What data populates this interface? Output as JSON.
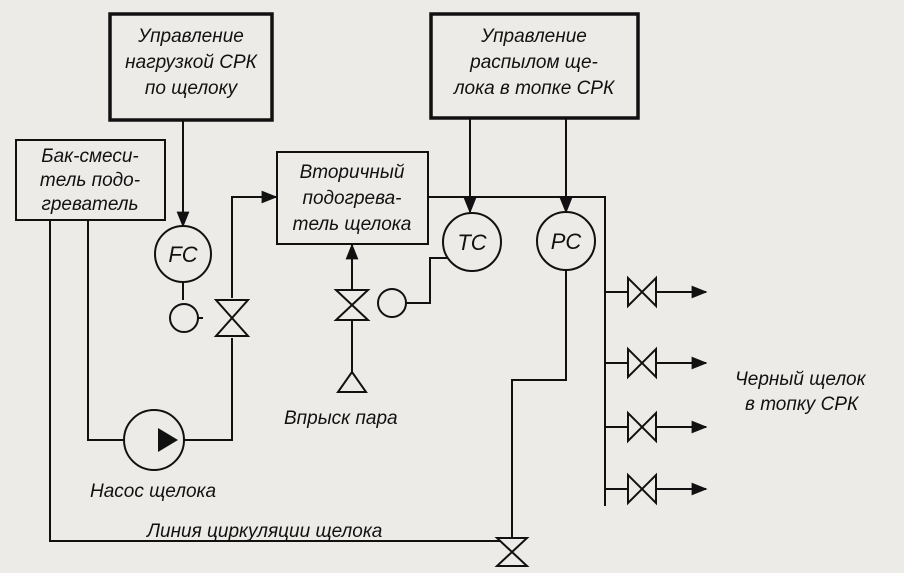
{
  "boxes": {
    "load_control": [
      "Управление",
      "нагрузкой СРК",
      "по щелоку"
    ],
    "spray_control": [
      "Управление",
      "распылом ще-",
      "лока в топке СРК"
    ],
    "mix_tank": [
      "Бак-смеси-",
      "тель подо-",
      "греватель"
    ],
    "secondary_heater": [
      "Вторичный",
      "подогрева-",
      "тель щелока"
    ]
  },
  "controllers": {
    "fc": "FC",
    "tc": "TC",
    "pc": "PC"
  },
  "labels": {
    "steam_injection": "Впрыск пара",
    "pump": "Насос щелока",
    "circulation_line": "Линия циркуляции щелока",
    "black_liquor": [
      "Черный щелок",
      "в топку СРК"
    ]
  },
  "colors": {
    "ink": "#111111",
    "paper": "#ecebe8"
  }
}
